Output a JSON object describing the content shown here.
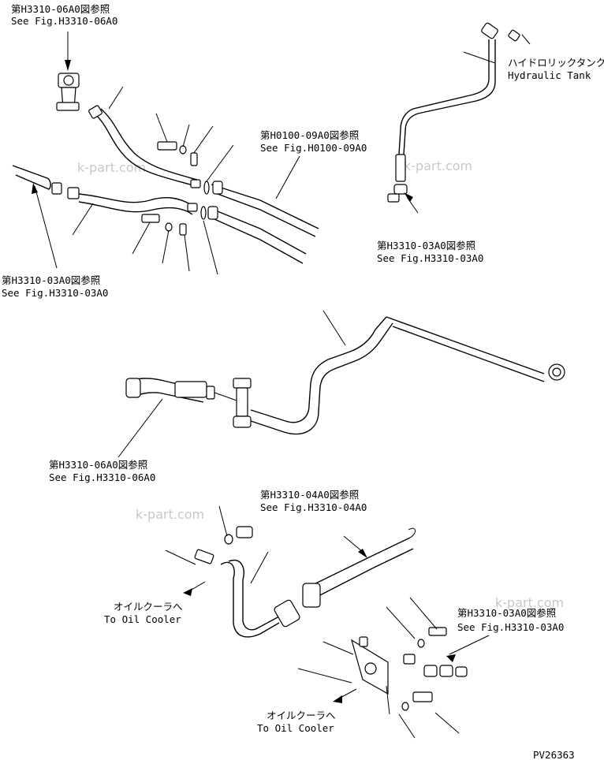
{
  "references": [
    {
      "jp": "第H3310-06A0図参照",
      "en": "See Fig.H3310-06A0"
    },
    {
      "jp": "第H0100-09A0図参照",
      "en": "See Fig.H0100-09A0"
    },
    {
      "jp": "第H3310-03A0図参照",
      "en": "See Fig.H3310-03A0"
    },
    {
      "jp": "第H3310-03A0図参照",
      "en": "See Fig.H3310-03A0"
    },
    {
      "jp": "第H3310-06A0図参照",
      "en": "See Fig.H3310-06A0"
    },
    {
      "jp": "第H3310-04A0図参照",
      "en": "See Fig.H3310-04A0"
    },
    {
      "jp": "第H3310-03A0図参照",
      "en": "See Fig.H3310-03A0"
    }
  ],
  "destinations": [
    {
      "jp": "ハイドロリックタンク",
      "en": "Hydraulic Tank"
    },
    {
      "jp": "オイルクーラへ",
      "en": "To Oil Cooler"
    },
    {
      "jp": "オイルクーラへ",
      "en": "To Oil Cooler"
    }
  ],
  "watermark": "k-part.com",
  "drawing_code": "PV26363"
}
